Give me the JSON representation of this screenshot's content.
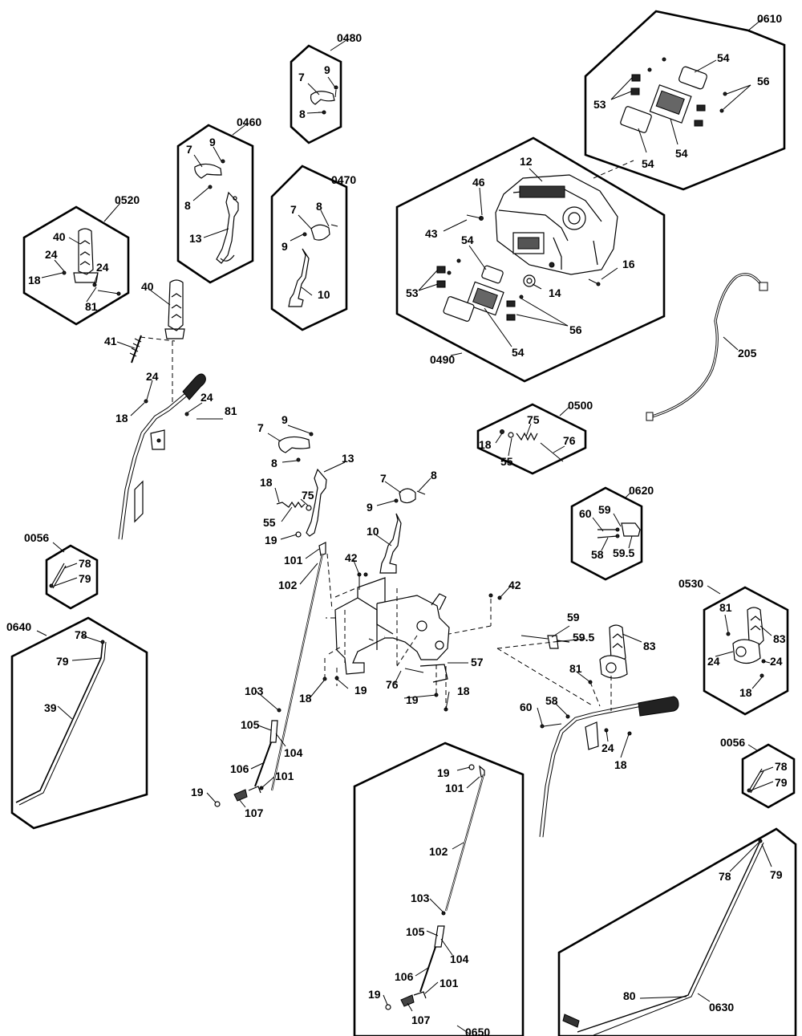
{
  "groups": {
    "g0480": "0480",
    "g0460": "0460",
    "g0470": "0470",
    "g0520": "0520",
    "g0610": "0610",
    "g0490": "0490",
    "g0500": "0500",
    "g0620": "0620",
    "g0056a": "0056",
    "g0056b": "0056",
    "g0640": "0640",
    "g0530": "0530",
    "g0650": "0650",
    "g0630": "0630"
  },
  "callouts": [
    {
      "text": "7"
    },
    {
      "text": "9"
    },
    {
      "text": "8"
    },
    {
      "text": "9"
    },
    {
      "text": "7"
    },
    {
      "text": "8"
    },
    {
      "text": "13"
    },
    {
      "text": "7"
    },
    {
      "text": "8"
    },
    {
      "text": "9"
    },
    {
      "text": "10"
    },
    {
      "text": "40"
    },
    {
      "text": "24"
    },
    {
      "text": "24"
    },
    {
      "text": "18"
    },
    {
      "text": "81"
    },
    {
      "text": "54"
    },
    {
      "text": "56"
    },
    {
      "text": "53"
    },
    {
      "text": "54"
    },
    {
      "text": "54"
    },
    {
      "text": "12"
    },
    {
      "text": "46"
    },
    {
      "text": "43"
    },
    {
      "text": "54"
    },
    {
      "text": "53"
    },
    {
      "text": "14"
    },
    {
      "text": "16"
    },
    {
      "text": "56"
    },
    {
      "text": "54"
    },
    {
      "text": "205"
    },
    {
      "text": "40"
    },
    {
      "text": "41"
    },
    {
      "text": "24"
    },
    {
      "text": "24"
    },
    {
      "text": "18"
    },
    {
      "text": "81"
    },
    {
      "text": "75"
    },
    {
      "text": "18"
    },
    {
      "text": "76"
    },
    {
      "text": "55"
    },
    {
      "text": "9"
    },
    {
      "text": "7"
    },
    {
      "text": "8"
    },
    {
      "text": "13"
    },
    {
      "text": "18"
    },
    {
      "text": "75"
    },
    {
      "text": "55"
    },
    {
      "text": "19"
    },
    {
      "text": "101"
    },
    {
      "text": "102"
    },
    {
      "text": "7"
    },
    {
      "text": "8"
    },
    {
      "text": "9"
    },
    {
      "text": "10"
    },
    {
      "text": "42"
    },
    {
      "text": "42"
    },
    {
      "text": "60"
    },
    {
      "text": "59"
    },
    {
      "text": "58"
    },
    {
      "text": "59.5"
    },
    {
      "text": "78"
    },
    {
      "text": "79"
    },
    {
      "text": "78"
    },
    {
      "text": "79"
    },
    {
      "text": "39"
    },
    {
      "text": "57"
    },
    {
      "text": "76"
    },
    {
      "text": "19"
    },
    {
      "text": "18"
    },
    {
      "text": "18"
    },
    {
      "text": "19"
    },
    {
      "text": "59"
    },
    {
      "text": "59.5"
    },
    {
      "text": "83"
    },
    {
      "text": "81"
    },
    {
      "text": "60"
    },
    {
      "text": "58"
    },
    {
      "text": "24"
    },
    {
      "text": "18"
    },
    {
      "text": "81"
    },
    {
      "text": "83"
    },
    {
      "text": "24"
    },
    {
      "text": "24"
    },
    {
      "text": "18"
    },
    {
      "text": "78"
    },
    {
      "text": "79"
    },
    {
      "text": "103"
    },
    {
      "text": "105"
    },
    {
      "text": "104"
    },
    {
      "text": "106"
    },
    {
      "text": "101"
    },
    {
      "text": "19"
    },
    {
      "text": "107"
    },
    {
      "text": "19"
    },
    {
      "text": "101"
    },
    {
      "text": "102"
    },
    {
      "text": "103"
    },
    {
      "text": "105"
    },
    {
      "text": "104"
    },
    {
      "text": "106"
    },
    {
      "text": "19"
    },
    {
      "text": "101"
    },
    {
      "text": "107"
    },
    {
      "text": "78"
    },
    {
      "text": "79"
    },
    {
      "text": "80"
    }
  ]
}
